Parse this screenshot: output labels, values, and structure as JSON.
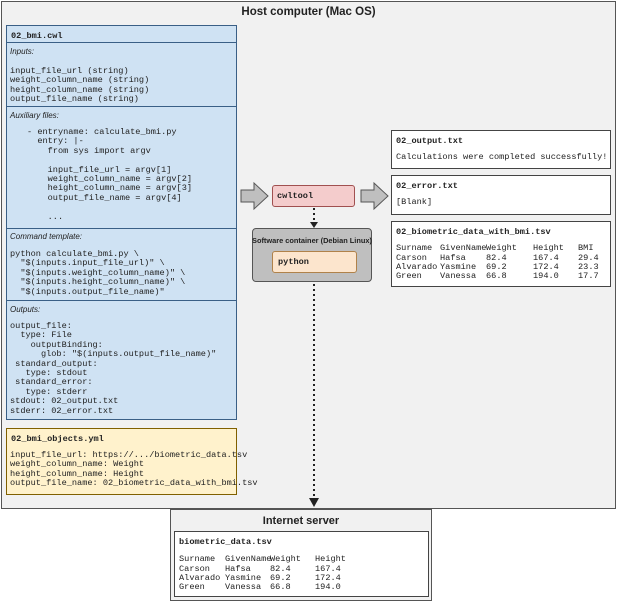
{
  "host": {
    "title": "Host computer (Mac OS)"
  },
  "cwl_file": {
    "title": "02_bmi.cwl",
    "inputs_label": "Inputs:",
    "inputs_text": "input_file_url (string)\nweight_column_name (string)\nheight_column_name (string)\noutput_file_name (string)",
    "aux_label": "Auxiliary files:",
    "aux_text": "- entryname: calculate_bmi.py\n  entry: |-\n    from sys import argv\n\n    input_file_url = argv[1]\n    weight_column_name = argv[2]\n    height_column_name = argv[3]\n    output_file_name = argv[4]\n\n    ...",
    "cmd_label": "Command template:",
    "cmd_text": "python calculate_bmi.py \\\n  \"$(inputs.input_file_url)\" \\\n  \"$(inputs.weight_column_name)\" \\\n  \"$(inputs.height_column_name)\" \\\n  \"$(inputs.output_file_name)\"",
    "outputs_label": "Outputs:",
    "outputs_text": "output_file:\n  type: File\n    outputBinding:\n      glob: \"$(inputs.output_file_name)\"\n standard_output:\n   type: stdout\n standard_error:\n   type: stderr\nstdout: 02_output.txt\nstderr: 02_error.txt"
  },
  "yml_file": {
    "title": "02_bmi_objects.yml",
    "text": "input_file_url: https://.../biometric_data.tsv\nweight_column_name: Weight\nheight_column_name: Height\noutput_file_name: 02_biometric_data_with_bmi.tsv"
  },
  "cwltool": {
    "label": "cwltool"
  },
  "container": {
    "title": "Software container (Debian Linux)",
    "python_label": "python"
  },
  "output_txt": {
    "title": "02_output.txt",
    "text": "Calculations were completed successfully!"
  },
  "error_txt": {
    "title": "02_error.txt",
    "text": "[Blank]"
  },
  "bmi_data": {
    "title": "02_biometric_data_with_bmi.tsv",
    "headers": [
      "Surname",
      "GivenName",
      "Weight",
      "Height",
      "BMI"
    ],
    "rows": [
      [
        "Carson",
        "Hafsa",
        "82.4",
        "167.4",
        "29.4"
      ],
      [
        "Alvarado",
        "Yasmine",
        "69.2",
        "172.4",
        "23.3"
      ],
      [
        "Green",
        "Vanessa",
        "66.8",
        "194.0",
        "17.7"
      ]
    ]
  },
  "internet": {
    "title": "Internet server",
    "file_title": "biometric_data.tsv",
    "headers": [
      "Surname",
      "GivenName",
      "Weight",
      "Height"
    ],
    "rows": [
      [
        "Carson",
        "Hafsa",
        "82.4",
        "167.4"
      ],
      [
        "Alvarado",
        "Yasmine",
        "69.2",
        "172.4"
      ],
      [
        "Green",
        "Vanessa",
        "66.8",
        "194.0"
      ]
    ]
  }
}
